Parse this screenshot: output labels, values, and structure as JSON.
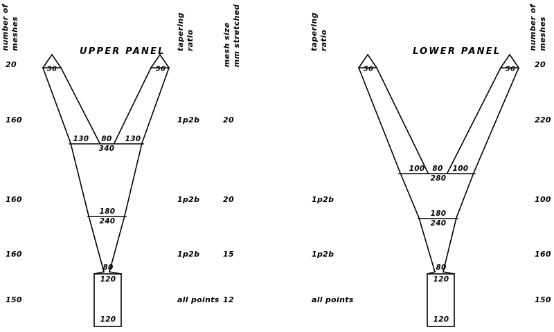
{
  "document": {
    "kind": "trawl-net-panel-taper-diagram",
    "background_color": "#ffffff",
    "ink_color": "#000000"
  },
  "headers": {
    "left_meshes": "number of\nmeshes",
    "left_meshes_line1": "number of",
    "left_meshes_line2": "meshes",
    "mid_tapering": "tapering\nratio",
    "mid_tapering_line1": "tapering",
    "mid_tapering_line2": "ratio",
    "mesh_size_line1": "mesh size",
    "mesh_size_line2": "mm stretched",
    "right_tapering_line1": "tapering",
    "right_tapering_line2": "ratio",
    "right_meshes_line1": "number of",
    "right_meshes_line2": "meshes"
  },
  "upper_panel": {
    "title": "UPPER PANEL",
    "top_count": "20",
    "wing_tip_left": "56",
    "wing_tip_right": "56",
    "rows": [
      {
        "meshes": "160",
        "tapering": "1p2b",
        "mesh_size": "20"
      },
      {
        "meshes": "160",
        "tapering": "1p2b",
        "mesh_size": "20"
      },
      {
        "meshes": "160",
        "tapering": "1p2b",
        "mesh_size": "15"
      },
      {
        "meshes": "150",
        "tapering": "all points",
        "mesh_size": "12"
      }
    ],
    "bar1_above_left": "130",
    "bar1_above_mid": "80",
    "bar1_above_right": "130",
    "bar1_below": "340",
    "bar2_above": "180",
    "bar2_below": "240",
    "codend_top_outside": "80",
    "codend_top_inside": "120",
    "codend_bottom": "120"
  },
  "lower_panel": {
    "title": "LOWER PANEL",
    "top_count": "20",
    "wing_tip_left": "56",
    "wing_tip_right": "56",
    "rows": [
      {
        "tapering": "",
        "meshes": "220"
      },
      {
        "tapering": "1p2b",
        "meshes": "100"
      },
      {
        "tapering": "1p2b",
        "meshes": "160"
      },
      {
        "tapering": "all points",
        "meshes": "150"
      }
    ],
    "bar1_above_left": "100",
    "bar1_above_mid": "80",
    "bar1_above_right": "100",
    "bar1_below": "280",
    "bar2_above": "180",
    "bar2_below": "240",
    "codend_top_outside": "80",
    "codend_top_inside": "120",
    "codend_bottom": "120"
  },
  "chart_data": {
    "type": "diagram",
    "title": "Netting plan: upper and lower trawl panels",
    "panels": [
      {
        "name": "UPPER PANEL",
        "top_mesh_count": 20,
        "wing_tip_meshes": 56,
        "sections": [
          {
            "length_meshes": 160,
            "tapering_ratio": "1p2b",
            "mesh_size_mm": 20,
            "bottom_widths": [
              130,
              80,
              130
            ],
            "bottom_total": 340
          },
          {
            "length_meshes": 160,
            "tapering_ratio": "1p2b",
            "mesh_size_mm": 20,
            "bottom_widths": [
              180
            ],
            "bottom_total": 240
          },
          {
            "length_meshes": 160,
            "tapering_ratio": "1p2b",
            "mesh_size_mm": 15,
            "bottom_widths": [
              80
            ],
            "bottom_total": 120
          },
          {
            "length_meshes": 150,
            "tapering_ratio": "all points",
            "mesh_size_mm": 12,
            "bottom_widths": [
              120
            ],
            "bottom_total": 120
          }
        ]
      },
      {
        "name": "LOWER PANEL",
        "top_mesh_count": 20,
        "wing_tip_meshes": 56,
        "sections": [
          {
            "length_meshes": 220,
            "tapering_ratio": "",
            "bottom_widths": [
              100,
              80,
              100
            ],
            "bottom_total": 280
          },
          {
            "length_meshes": 100,
            "tapering_ratio": "1p2b",
            "bottom_widths": [
              180
            ],
            "bottom_total": 240
          },
          {
            "length_meshes": 160,
            "tapering_ratio": "1p2b",
            "bottom_widths": [
              80
            ],
            "bottom_total": 120
          },
          {
            "length_meshes": 150,
            "tapering_ratio": "all points",
            "bottom_widths": [
              120
            ],
            "bottom_total": 120
          }
        ]
      }
    ]
  }
}
